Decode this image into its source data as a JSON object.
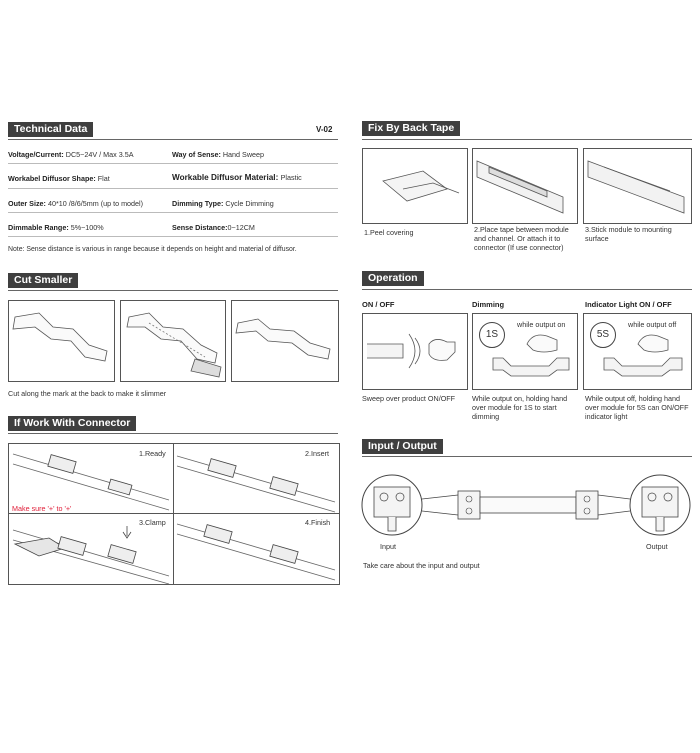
{
  "technical": {
    "title": "Technical Data",
    "model": "V-02",
    "rows": [
      {
        "k1": "Voltage/Current:",
        "v1": "DC5~24V / Max 3.5A",
        "k2": "Way of Sense:",
        "v2": "Hand Sweep"
      },
      {
        "k1": "Workabel Diffusor Shape:",
        "v1": "Flat",
        "k2": "Workable Diffusor Material:",
        "v2": "Plastic"
      },
      {
        "k1": "Outer Size:",
        "v1": "40*10 /8/6/5mm (up to model)",
        "k2": "Dimming Type:",
        "v2": "Cycle Dimming"
      },
      {
        "k1": "Dimmable Range:",
        "v1": "5%~100%",
        "k2": "Sense Distance:",
        "v2": "0~12CM"
      }
    ],
    "note": "Note: Sense distance is various in range because it depends on height and material of diffusor."
  },
  "cut": {
    "title": "Cut Smaller",
    "caption": "Cut along the mark at the back to make it slimmer"
  },
  "connector": {
    "title": "If Work With Connector",
    "steps": [
      "1.Ready",
      "2.Insert",
      "3.Clamp",
      "4.Finish"
    ],
    "warning": "Make sure '+' to '+'"
  },
  "tape": {
    "title": "Fix By Back Tape",
    "captions": [
      "1.Peel covering",
      "2.Place tape between module and channel. Or attach it to connector (If use connector)",
      "3.Stick module to mounting surface"
    ]
  },
  "operation": {
    "title": "Operation",
    "cols": [
      {
        "label": "ON / OFF",
        "caption": "Sweep over product ON/OFF"
      },
      {
        "label": "Dimming",
        "badge": "1S",
        "note": "while output on",
        "caption": "While output  on, holding hand over module for 1S to start dimming"
      },
      {
        "label": "Indicator Light ON / OFF",
        "badge": "5S",
        "note": "while output off",
        "caption": "While output off, holding hand over module for 5S can ON/OFF indicator light"
      }
    ]
  },
  "io": {
    "title": "Input / Output",
    "input_label": "Input",
    "output_label": "Output",
    "caption": "Take care about the input and output"
  },
  "colors": {
    "header_bg": "#3f3f3f",
    "warning": "#e0203a"
  }
}
